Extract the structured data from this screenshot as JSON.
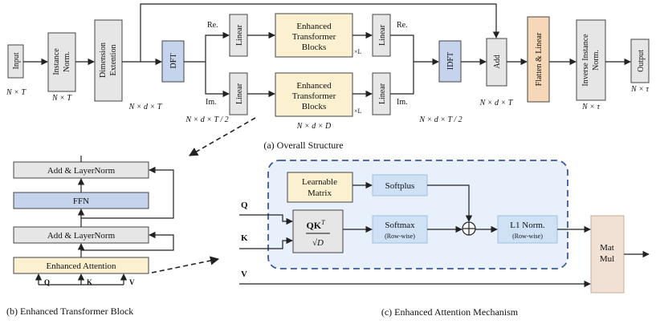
{
  "overall": {
    "caption": "(a) Overall Structure",
    "input": "Input",
    "instance_norm": [
      "Instance",
      "Norm."
    ],
    "dimension_extention": [
      "Dimension",
      "Extention"
    ],
    "dft": "DFT",
    "re_label_left": "Re.",
    "im_label_left": "Im.",
    "linear": "Linear",
    "enhanced_transformer_blocks": [
      "Enhanced",
      "Transformer",
      "Blocks"
    ],
    "times_l": "×L",
    "re_label_right": "Re.",
    "im_label_right": "Im.",
    "idft": "IDFT",
    "add": "Add",
    "flatten_linear": "Flatten & Linear",
    "inverse_instance_norm": [
      "Inverse Instance",
      "Norm."
    ],
    "output": "Output",
    "dims": {
      "input": "N × T",
      "instance_norm": "N × T",
      "dim_ext": "N × d × T",
      "dft": "N × d × T / 2",
      "etb": "N × d × D",
      "idft": "N × d × T / 2",
      "add": "N × d × T",
      "inv_norm": "N × τ",
      "output": "N × τ"
    }
  },
  "block": {
    "caption": "(b) Enhanced Transformer Block",
    "add_layernorm_top": "Add & LayerNorm",
    "ffn": "FFN",
    "add_layernorm_bottom": "Add & LayerNorm",
    "enhanced_attention": "Enhanced Attention",
    "inputs": [
      "Q",
      "K",
      "V"
    ]
  },
  "attention": {
    "caption": "(c) Enhanced Attention Mechanism",
    "learnable_matrix": [
      "Learnable",
      "Matrix"
    ],
    "softplus": "Softplus",
    "qkt": "QK",
    "qkt_sup": "T",
    "sqrt_d": "√D",
    "softmax": "Softmax",
    "softmax_sub": "(Row-wise)",
    "l1_norm": "L1 Norm.",
    "l1_norm_sub": "(Row-wise)",
    "plus": "+",
    "mat_mul": [
      "Mat",
      "Mul"
    ],
    "q": "Q",
    "k": "K",
    "v": "V"
  },
  "colors": {
    "gray_box": "#e6e6e6",
    "blue_box": "#c5d3ec",
    "yellow_box": "#fbf0cf",
    "orange_box": "#f6d7b8",
    "peach_box": "#f1e0d4",
    "light_blue": "#cfe2f5",
    "dash_blue": "#3a5a9a"
  }
}
